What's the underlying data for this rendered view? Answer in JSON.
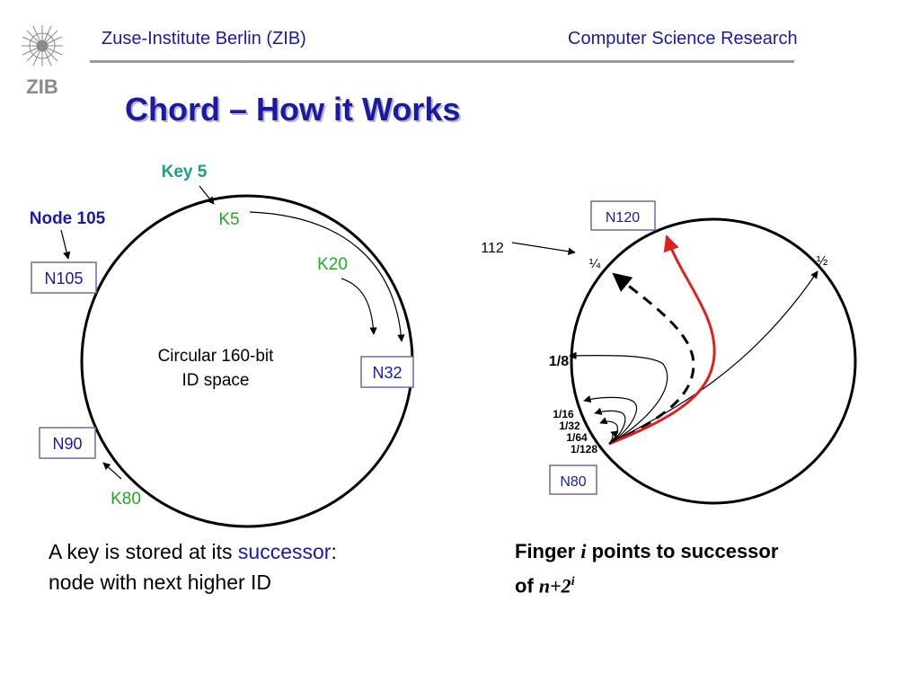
{
  "header": {
    "left": "Zuse-Institute Berlin (ZIB)",
    "right": "Computer Science Research",
    "logo_text": "ZIB"
  },
  "title": "Chord – How it Works",
  "left_diagram": {
    "key_label": "Key 5",
    "node_label": "Node 105",
    "keys": [
      "K5",
      "K20",
      "K80"
    ],
    "nodes": [
      "N105",
      "N32",
      "N90"
    ],
    "center_text": [
      "Circular 160-bit",
      "ID space"
    ]
  },
  "right_diagram": {
    "top_node": "N120",
    "bottom_node": "N80",
    "pointer_112": "112",
    "fractions": [
      "¼",
      "½",
      "1/8",
      "1/16",
      "1/32",
      "1/64",
      "1/128"
    ]
  },
  "caption": {
    "prefix": "A key is stored at its ",
    "highlight": "successor",
    "suffix": ":",
    "line2": "node with next higher ID"
  },
  "finger_caption": {
    "w1": "Finger ",
    "i": "i",
    "w2": " points to successor",
    "w3": "of ",
    "n": "n",
    "plus2": "+2",
    "sup": "i"
  },
  "colors": {
    "header_blue": "#1a1aa6",
    "key_green": "#22aa22",
    "key5_teal": "#1aa085",
    "finger_red": "#e02020",
    "node_box_border": "#6a6aaa"
  }
}
